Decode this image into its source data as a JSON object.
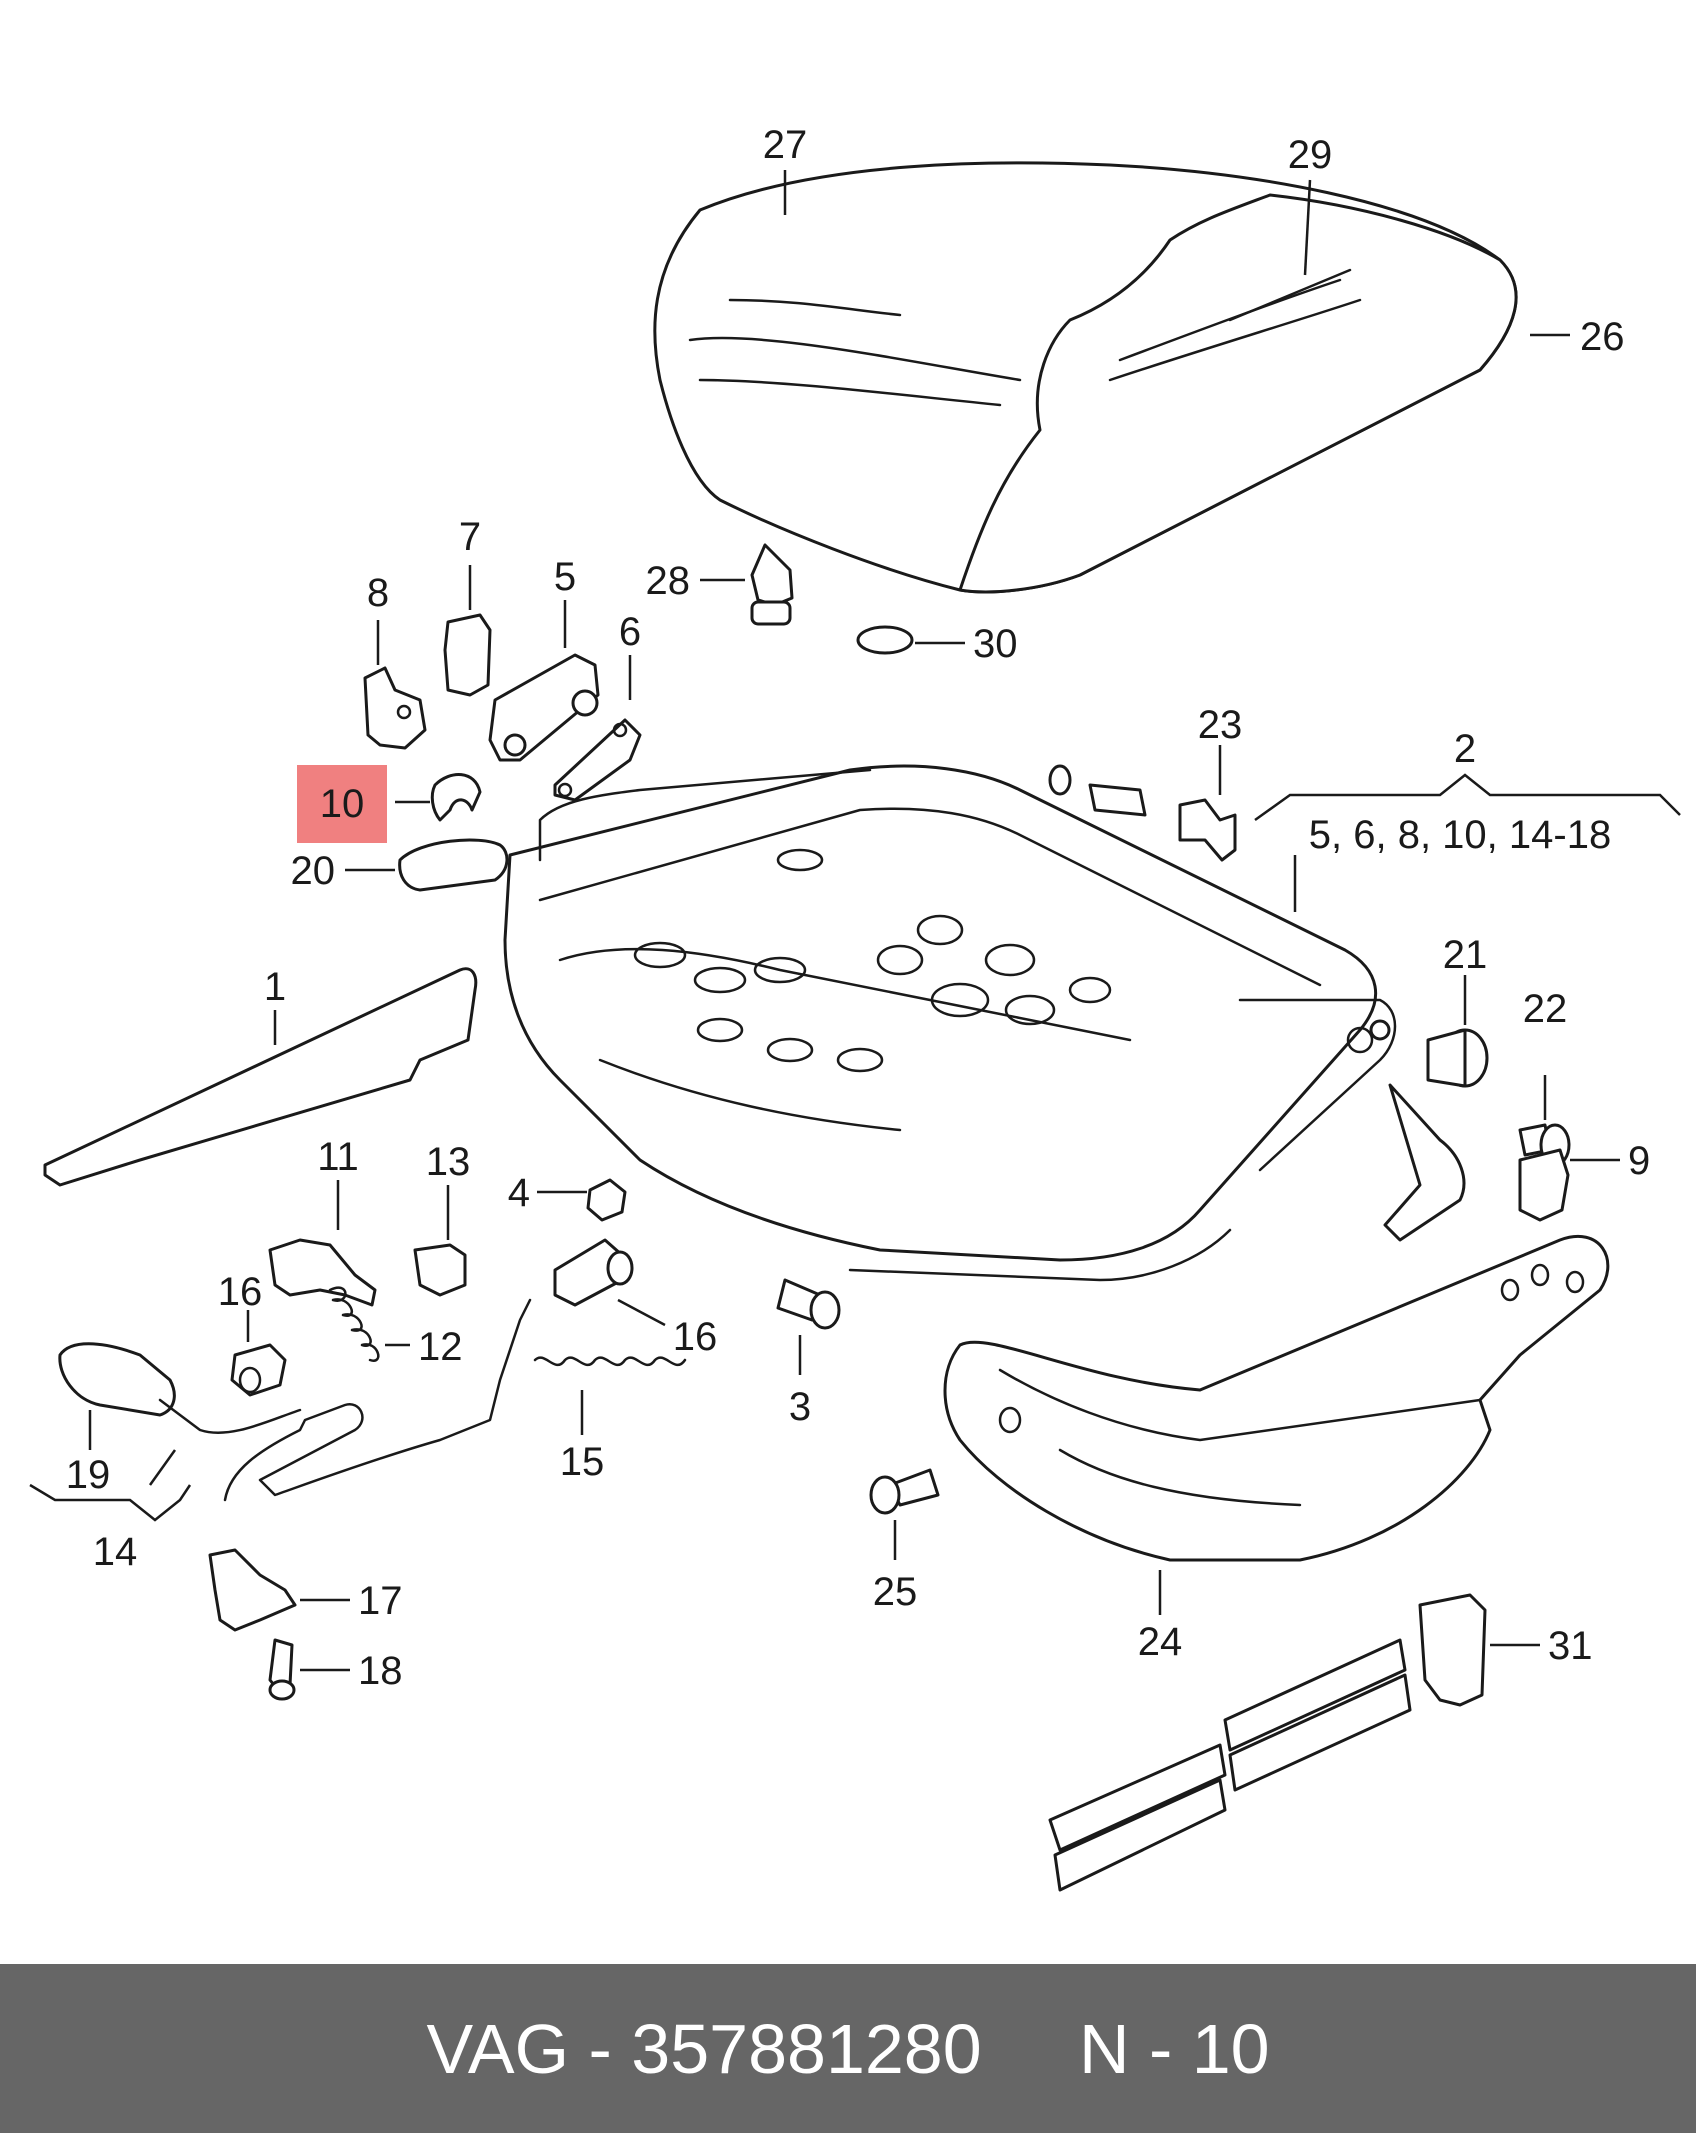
{
  "callouts": {
    "c1": "1",
    "c2": "2",
    "c2_group": "5, 6, 8, 10, 14-18",
    "c3": "3",
    "c4": "4",
    "c5": "5",
    "c6": "6",
    "c7": "7",
    "c8": "8",
    "c9": "9",
    "c10": "10",
    "c11": "11",
    "c12": "12",
    "c13": "13",
    "c14": "14",
    "c15": "15",
    "c16a": "16",
    "c16b": "16",
    "c17": "17",
    "c18": "18",
    "c19": "19",
    "c20": "20",
    "c21": "21",
    "c22": "22",
    "c23": "23",
    "c24": "24",
    "c25": "25",
    "c26": "26",
    "c27": "27",
    "c28": "28",
    "c29": "29",
    "c30": "30",
    "c31": "31"
  },
  "highlight": {
    "part": "10",
    "color": "#f08080"
  },
  "footer": {
    "brand": "VAG",
    "separator": "-",
    "part_number": "357881280",
    "position": "N - 10"
  }
}
